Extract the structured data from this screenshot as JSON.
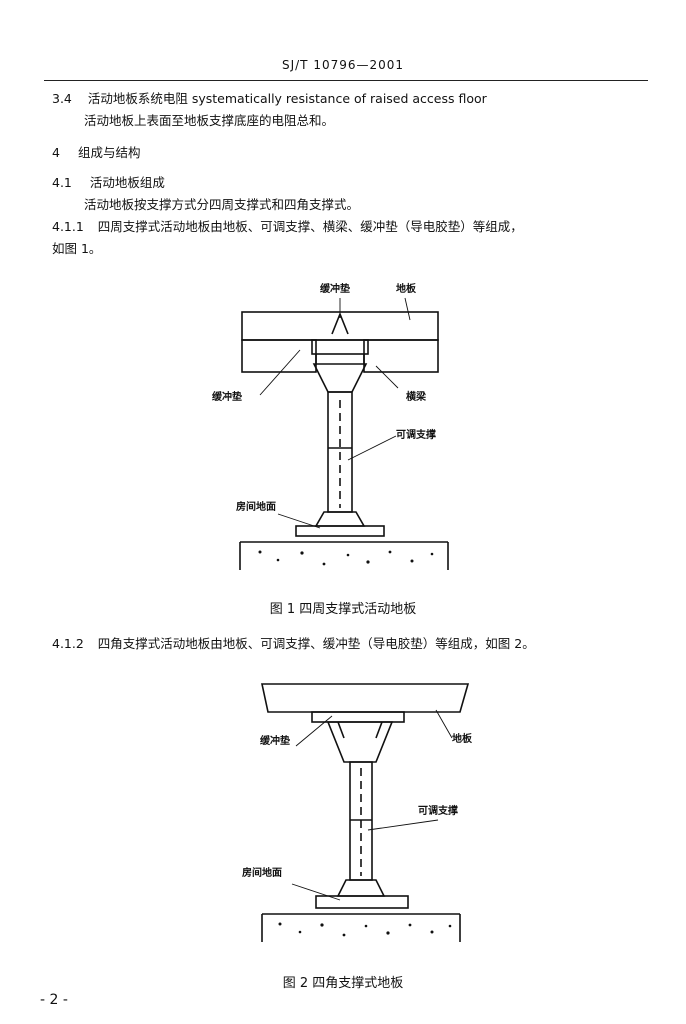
{
  "header": {
    "standard_code": "SJ/T 10796—2001"
  },
  "sections": [
    {
      "id": "s3_4",
      "number": "3.4",
      "text": "活动地板系统电阻  systematically resistance of raised access floor"
    },
    {
      "id": "s3_4_body",
      "number": "",
      "text": "活动地板上表面至地板支撑底座的电阻总和。"
    },
    {
      "id": "s4",
      "number": "4",
      "text": "组成与结构"
    },
    {
      "id": "s4_1",
      "number": "4.1",
      "text": "活动地板组成"
    },
    {
      "id": "s4_1_body",
      "number": "",
      "text": "活动地板按支撑方式分四周支撑式和四角支撑式。"
    },
    {
      "id": "s4_1_1",
      "number": "4.1.1",
      "text": "四周支撑式活动地板由地板、可调支撑、横梁、缓冲垫（导电胶垫）等组成，"
    },
    {
      "id": "s4_1_1_cont",
      "number": "",
      "text": "如图 1。"
    }
  ],
  "figure1": {
    "labels": {
      "cushion_top": "缓冲垫",
      "floor": "地板",
      "cushion_left": "缓冲垫",
      "beam": "横梁",
      "adjustable_support": "可调支撑",
      "room_floor": "房间地面"
    },
    "caption": "图 1  四周支撑式活动地板"
  },
  "section_4_1_2": {
    "number": "4.1.2",
    "text": "四角支撑式活动地板由地板、可调支撑、缓冲垫（导电胶垫）等组成，如图 2。"
  },
  "figure2": {
    "labels": {
      "cushion": "缓冲垫",
      "floor": "地板",
      "adjustable_support": "可调支撑",
      "room_floor": "房间地面"
    },
    "caption": "图 2  四角支撑式地板"
  },
  "page_number": "- 2 -"
}
